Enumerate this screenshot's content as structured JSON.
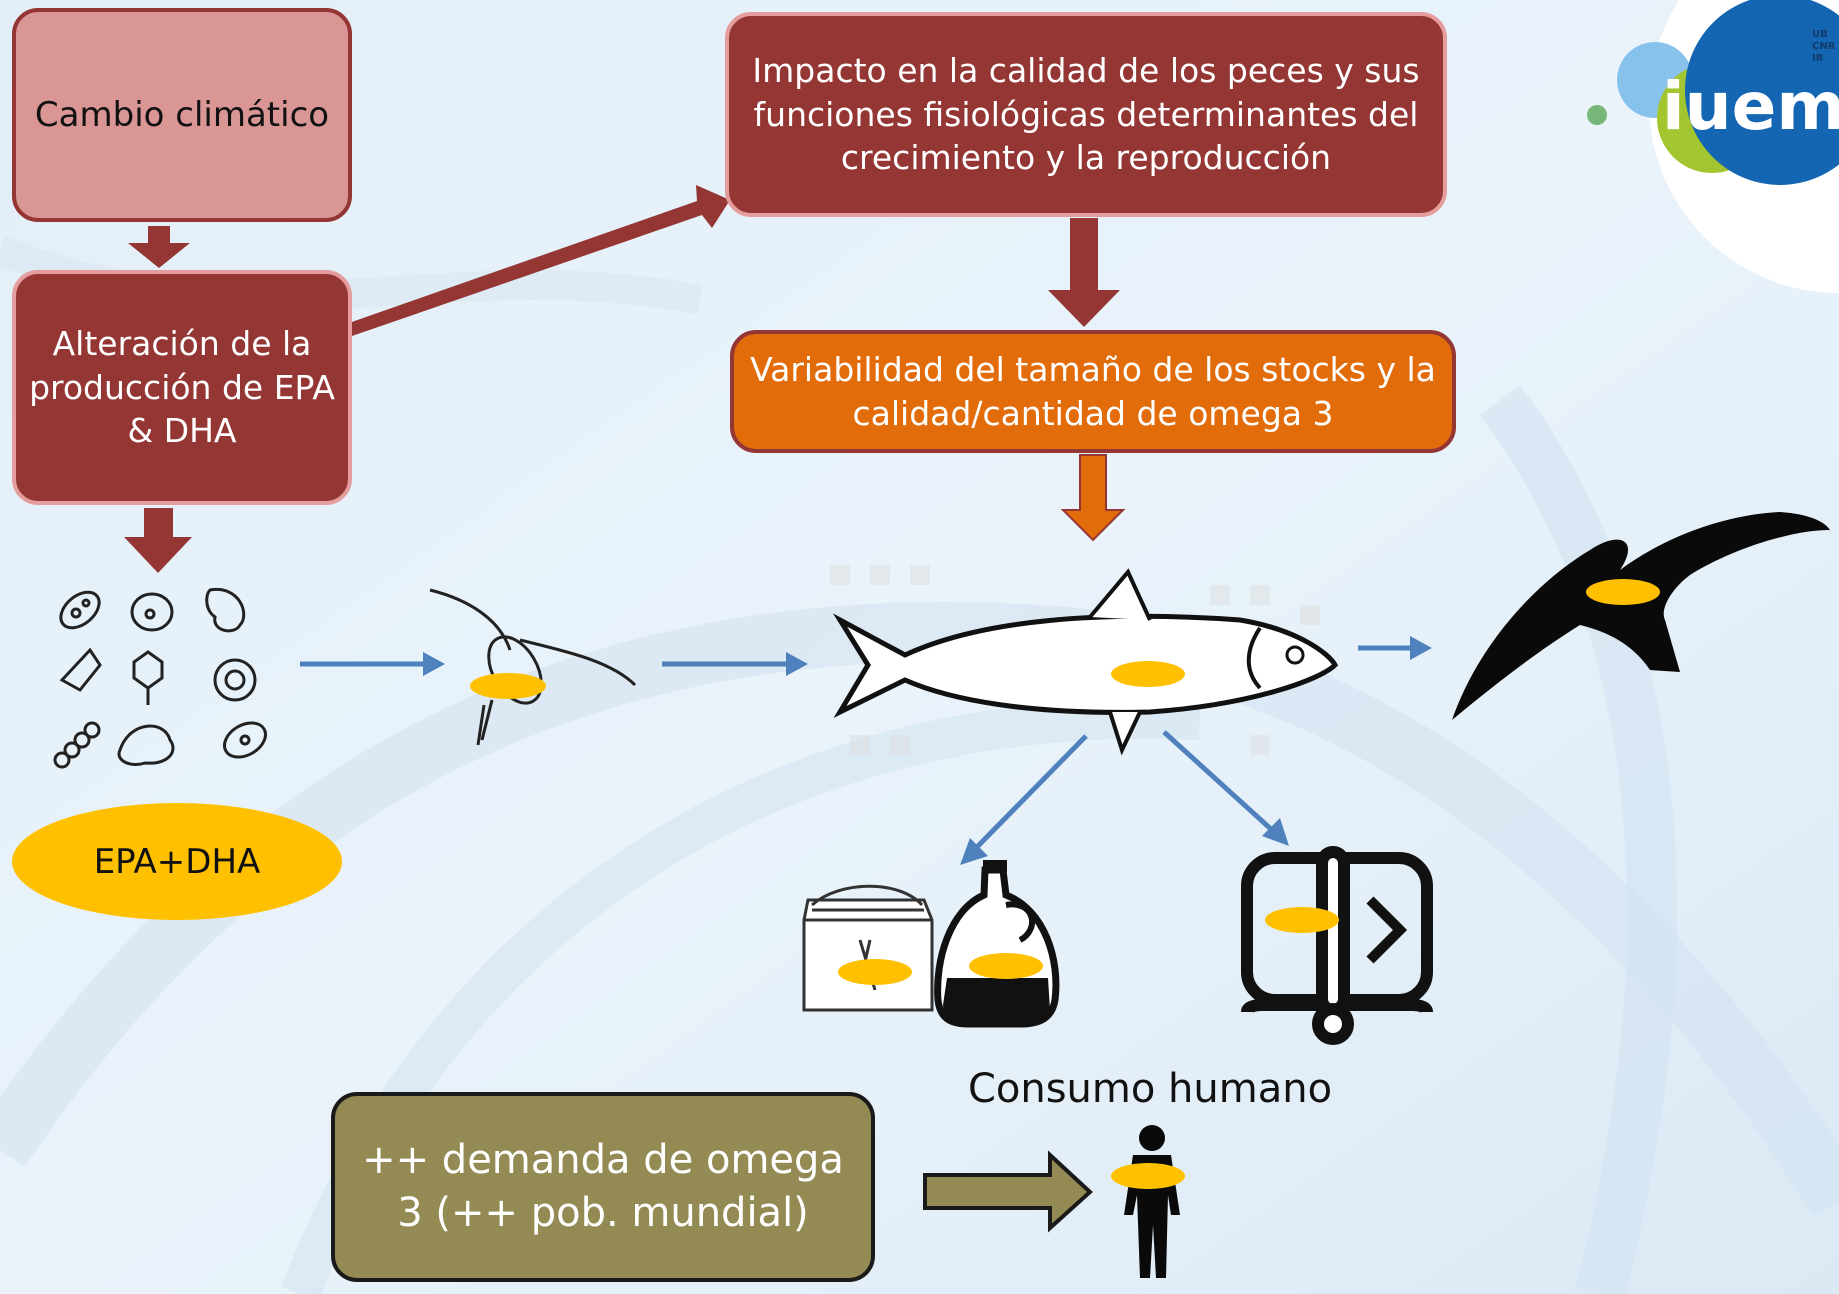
{
  "boxes": {
    "climate": "Cambio climático",
    "epa_dha_production": "Alteración de la producción de EPA & DHA",
    "impact": "Impacto en la calidad de los peces y sus funciones fisiológicas determinantes del crecimiento y la reproducción",
    "variability": "Variabilidad del tamaño de los stocks y la calidad/cantidad de omega 3",
    "demand": "++ demanda de omega 3 (++ pob. mundial)"
  },
  "legend_label": "EPA+DHA",
  "human_consumption": "Consumo humano",
  "logo": {
    "text": "iuem",
    "small_text": "UB CNR IR"
  },
  "colors": {
    "light_red": "#d99694",
    "dark_red": "#943634",
    "orange": "#e36c0a",
    "olive": "#948a54",
    "omega_yellow": "#ffc000",
    "flow_arrow_blue": "#4f81bd"
  },
  "icons": [
    "microorganisms-icon",
    "copepod-icon",
    "sardine-fish-icon",
    "seabird-icon",
    "fishmeal-bag-icon",
    "oil-bottle-icon",
    "canned-fish-icon",
    "human-figure-icon"
  ]
}
